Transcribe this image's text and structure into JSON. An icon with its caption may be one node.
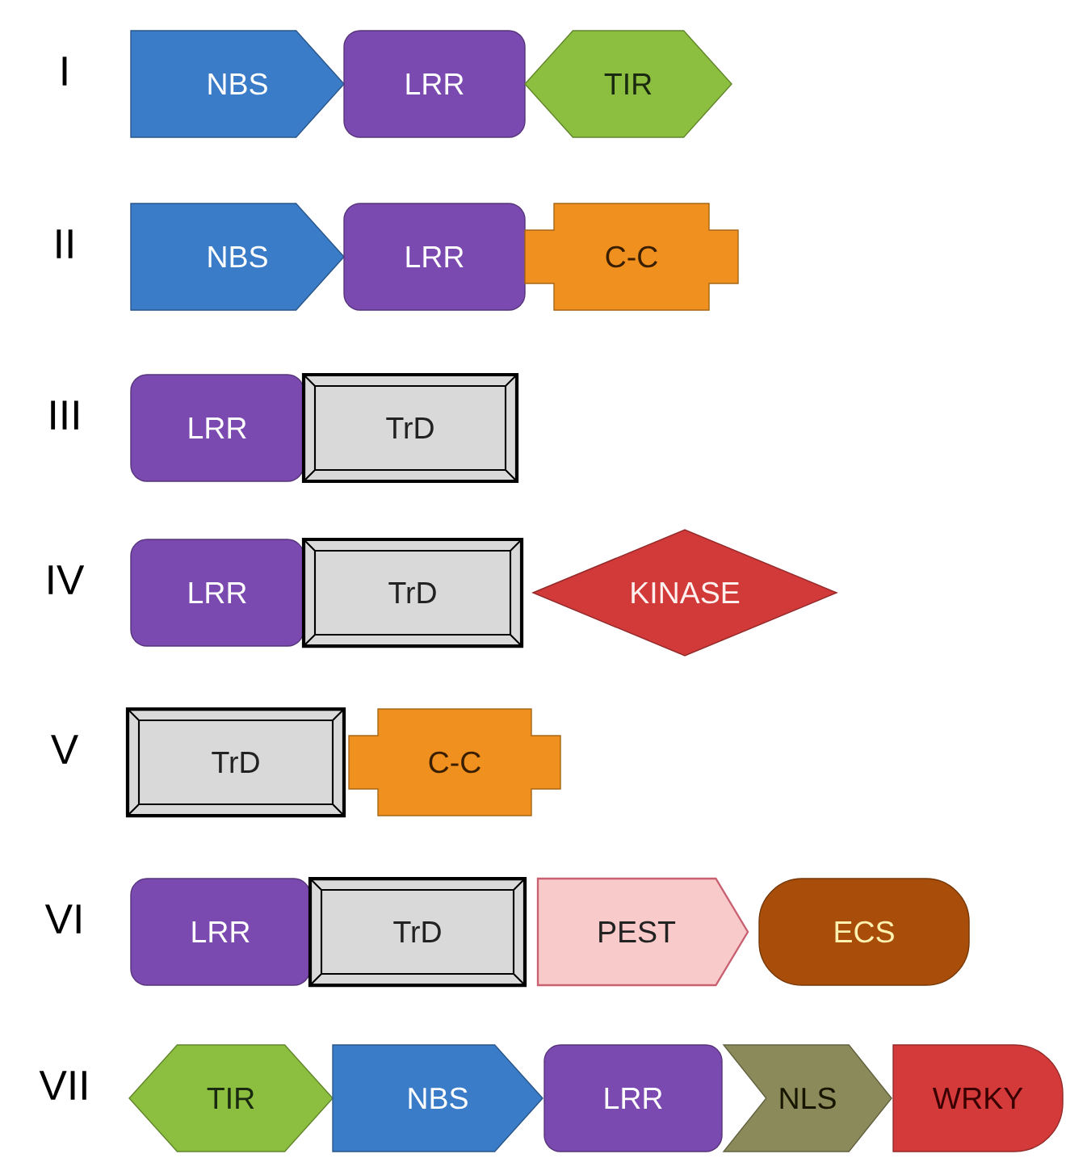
{
  "diagram": {
    "nodes": [
      {
        "text": [
          "NBS"
        ]
      },
      {
        "text": [
          "LRR"
        ]
      },
      {
        "text": [
          "TIR"
        ]
      },
      {
        "text": [
          "NBS"
        ]
      },
      {
        "text": [
          "LRR"
        ]
      },
      {
        "text": [
          "C-C"
        ]
      },
      {
        "text": [
          "LRR"
        ]
      },
      {
        "text": [
          "TrD"
        ]
      },
      {
        "text": [
          "LRR"
        ]
      },
      {
        "text": [
          "TrD"
        ]
      },
      {
        "text": [
          "KINASE"
        ]
      },
      {
        "text": [
          "TrD"
        ]
      },
      {
        "text": [
          "C-C"
        ]
      },
      {
        "text": [
          "LRR"
        ]
      },
      {
        "text": [
          "TrD"
        ]
      },
      {
        "text": [
          "PEST"
        ]
      },
      {
        "text": [
          "ECS"
        ]
      },
      {
        "text": [
          "TIR"
        ]
      },
      {
        "text": [
          "NBS"
        ]
      },
      {
        "text": [
          "LRR"
        ]
      },
      {
        "text": [
          "NLS"
        ]
      },
      {
        "text": [
          "WRKY"
        ]
      }
    ],
    "labels": [
      "I",
      "II",
      "III",
      "IV",
      "V",
      "VI",
      "VII"
    ]
  }
}
